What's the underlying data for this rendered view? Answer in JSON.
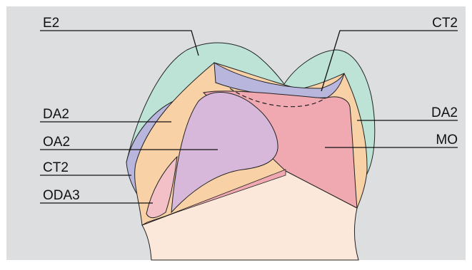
{
  "labels": {
    "e2": "E2",
    "ct2_top": "CT2",
    "da2_left": "DA2",
    "oa2": "OA2",
    "ct2_left": "CT2",
    "oda3": "ODA3",
    "da2_right": "DA2",
    "mo": "MO"
  },
  "colors": {
    "background": "#dcdee0",
    "root_dentin": "#fbe8da",
    "enamel_e2": "#bde3d7",
    "cervical_ct2": "#b8b6dc",
    "dentin_da2": "#f8d2a6",
    "opaque_oa2": "#d8b8da",
    "mamelon_mo": "#f0a9b1",
    "opaque_oda3": "#f3c0c8",
    "outline": "#222222"
  }
}
